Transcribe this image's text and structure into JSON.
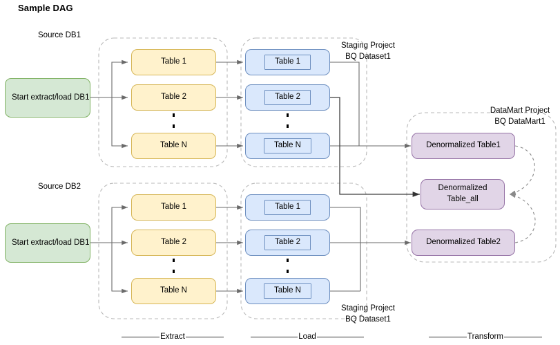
{
  "diagram": {
    "title": "Sample DAG",
    "type": "dag-etl-flow",
    "colors": {
      "source_start": "#d5e8d4",
      "source_start_border": "#82b366",
      "extract_table": "#fff2cc",
      "extract_table_border": "#d6b656",
      "load_table": "#dae8fc",
      "load_table_border": "#6c8ebf",
      "datamart_table": "#e1d5e7",
      "datamart_table_border": "#9673a6",
      "edge": "#6a6a6a",
      "container_dash": "#b3b3b3"
    }
  },
  "source_labels": {
    "db1": "Source DB1",
    "db2": "Source DB2"
  },
  "start_nodes": [
    {
      "id": "start-db1-top",
      "label": "Start extract/load DB1"
    },
    {
      "id": "start-db1-bottom",
      "label": "Start extract/load DB1"
    }
  ],
  "extract_group_top": {
    "name": "extract-db1",
    "tables": [
      "Table 1",
      "Table 2",
      "Table N"
    ],
    "ellipsis": "·"
  },
  "extract_group_bottom": {
    "name": "extract-db2",
    "tables": [
      "Table 1",
      "Table 2",
      "Table N"
    ],
    "ellipsis": "·"
  },
  "load_group_top": {
    "name": "load-staging-1",
    "project_label_line1": "Staging Project",
    "project_label_line2": "BQ Dataset1",
    "tables": [
      "Table 1",
      "Table 2",
      "Table N"
    ]
  },
  "load_group_bottom": {
    "name": "load-staging-2",
    "project_label_line1": "Staging Project",
    "project_label_line2": "BQ Dataset1",
    "tables": [
      "Table 1",
      "Table 2",
      "Table N"
    ]
  },
  "transform_group": {
    "name": "datamart",
    "project_label_line1": "DataMart Project",
    "project_label_line2": "BQ DataMart1",
    "nodes": [
      {
        "id": "denorm-table1",
        "label": "Denormalized Table1"
      },
      {
        "id": "denorm-table-all",
        "line1": "Denormalized",
        "line2": "Table_all"
      },
      {
        "id": "denorm-table2",
        "label": "Denormalized Table2"
      }
    ]
  },
  "legend": [
    {
      "id": "legend-extract",
      "label": "Extract"
    },
    {
      "id": "legend-load",
      "label": "Load"
    },
    {
      "id": "legend-transform",
      "label": "Transform"
    }
  ]
}
